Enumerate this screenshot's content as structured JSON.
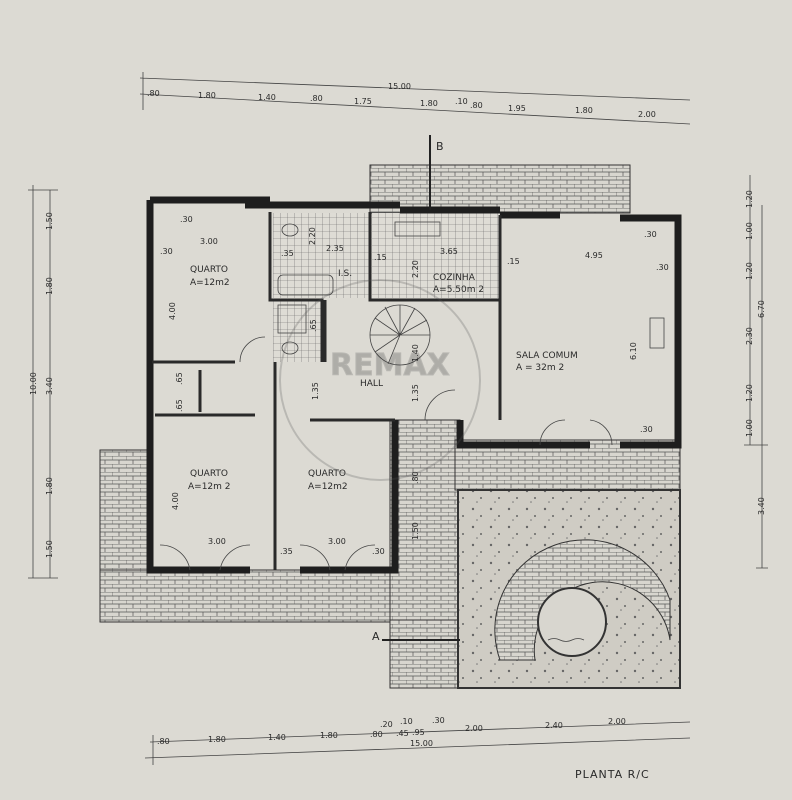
{
  "title": "PLANTA R/C",
  "watermark": "REMAX",
  "dimensions": {
    "top_total": "15.00",
    "top": [
      ".80",
      "1.80",
      "1.40",
      ".80",
      "1.75",
      "1.80",
      ".10",
      ".80",
      "1.95",
      "1.80",
      "2.00"
    ],
    "bottom_total": "15.00",
    "bottom": [
      ".80",
      "1.80",
      "1.40",
      "1.80",
      ".80",
      ".20",
      ".45",
      ".10",
      ".95",
      ".30",
      "2.00",
      "2.40",
      "2.00"
    ],
    "left_total": "10.00",
    "left": [
      "1.50",
      "1.80",
      "3.40",
      "1.80",
      "1.50"
    ],
    "right": [
      "1.20",
      "1.00",
      "1.20",
      "2.30",
      "1.20",
      "1.00"
    ],
    "right_total_upper": "6.70",
    "right_total_lower": "3.40",
    "interior": [
      "3.00",
      "4.00",
      ".65",
      ".65",
      "4.00",
      "3.00",
      "3.00",
      ".30",
      ".30",
      ".35",
      ".30",
      "2.20",
      "2.35",
      ".35",
      "2.20",
      "3.65",
      ".15",
      ".15",
      "4.95",
      "6.10",
      ".30",
      ".30",
      ".30",
      ".65",
      "1.40",
      "1.35",
      "1.35",
      ".80",
      "1.50"
    ]
  },
  "rooms": [
    {
      "name": "QUARTO",
      "area": "A=12m2"
    },
    {
      "name": "QUARTO",
      "area": "A=12m 2"
    },
    {
      "name": "QUARTO",
      "area": "A=12m2"
    },
    {
      "name": "COZINHA",
      "area": "A=5.50m 2"
    },
    {
      "name": "SALA COMUM",
      "area": "A = 32m 2"
    },
    {
      "name": "HALL",
      "area": ""
    },
    {
      "name": "I.S.",
      "area": ""
    }
  ],
  "section_marks": [
    "A",
    "B"
  ]
}
